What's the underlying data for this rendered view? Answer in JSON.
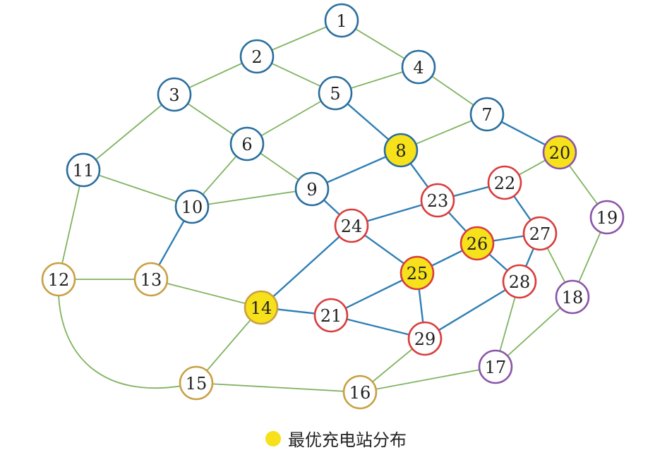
{
  "colors": {
    "edge_green": "#7fb35f",
    "edge_blue": "#2f7fb5",
    "node_blue": "#2a6e9f",
    "node_red": "#d93c3c",
    "node_gold": "#c9a043",
    "node_purple": "#8a55a8",
    "optimal_fill": "#f7e11b"
  },
  "legend": {
    "label": "最优充电站分布",
    "dot_color": "#f7e11b"
  },
  "nodes": [
    {
      "id": "1",
      "group": "blue",
      "optimal": false
    },
    {
      "id": "2",
      "group": "blue",
      "optimal": false
    },
    {
      "id": "3",
      "group": "blue",
      "optimal": false
    },
    {
      "id": "4",
      "group": "blue",
      "optimal": false
    },
    {
      "id": "5",
      "group": "blue",
      "optimal": false
    },
    {
      "id": "6",
      "group": "blue",
      "optimal": false
    },
    {
      "id": "7",
      "group": "blue",
      "optimal": false
    },
    {
      "id": "8",
      "group": "blue",
      "optimal": true
    },
    {
      "id": "9",
      "group": "blue",
      "optimal": false
    },
    {
      "id": "10",
      "group": "blue",
      "optimal": false
    },
    {
      "id": "11",
      "group": "blue",
      "optimal": false
    },
    {
      "id": "12",
      "group": "gold",
      "optimal": false
    },
    {
      "id": "13",
      "group": "gold",
      "optimal": false
    },
    {
      "id": "14",
      "group": "gold",
      "optimal": true
    },
    {
      "id": "15",
      "group": "gold",
      "optimal": false
    },
    {
      "id": "16",
      "group": "gold",
      "optimal": false
    },
    {
      "id": "17",
      "group": "purple",
      "optimal": false
    },
    {
      "id": "18",
      "group": "purple",
      "optimal": false
    },
    {
      "id": "19",
      "group": "purple",
      "optimal": false
    },
    {
      "id": "20",
      "group": "purple",
      "optimal": true
    },
    {
      "id": "21",
      "group": "red",
      "optimal": false
    },
    {
      "id": "22",
      "group": "red",
      "optimal": false
    },
    {
      "id": "23",
      "group": "red",
      "optimal": false
    },
    {
      "id": "24",
      "group": "red",
      "optimal": false
    },
    {
      "id": "25",
      "group": "red",
      "optimal": true
    },
    {
      "id": "26",
      "group": "red",
      "optimal": true
    },
    {
      "id": "27",
      "group": "red",
      "optimal": false
    },
    {
      "id": "28",
      "group": "red",
      "optimal": false
    },
    {
      "id": "29",
      "group": "red",
      "optimal": false
    }
  ],
  "edges": [
    {
      "from": "1",
      "to": "2",
      "color": "green"
    },
    {
      "from": "1",
      "to": "4",
      "color": "green"
    },
    {
      "from": "2",
      "to": "3",
      "color": "green"
    },
    {
      "from": "2",
      "to": "5",
      "color": "green"
    },
    {
      "from": "4",
      "to": "5",
      "color": "green"
    },
    {
      "from": "4",
      "to": "7",
      "color": "green"
    },
    {
      "from": "3",
      "to": "6",
      "color": "green"
    },
    {
      "from": "3",
      "to": "11",
      "color": "green"
    },
    {
      "from": "5",
      "to": "6",
      "color": "green"
    },
    {
      "from": "5",
      "to": "8",
      "color": "blue"
    },
    {
      "from": "7",
      "to": "8",
      "color": "green"
    },
    {
      "from": "7",
      "to": "20",
      "color": "blue"
    },
    {
      "from": "6",
      "to": "9",
      "color": "green"
    },
    {
      "from": "6",
      "to": "10",
      "color": "green"
    },
    {
      "from": "8",
      "to": "9",
      "color": "blue"
    },
    {
      "from": "8",
      "to": "23",
      "color": "blue"
    },
    {
      "from": "11",
      "to": "10",
      "color": "green"
    },
    {
      "from": "11",
      "to": "12",
      "color": "green"
    },
    {
      "from": "9",
      "to": "10",
      "color": "green"
    },
    {
      "from": "9",
      "to": "24",
      "color": "blue"
    },
    {
      "from": "10",
      "to": "13",
      "color": "blue"
    },
    {
      "from": "20",
      "to": "22",
      "color": "green"
    },
    {
      "from": "20",
      "to": "19",
      "color": "green"
    },
    {
      "from": "22",
      "to": "23",
      "color": "blue"
    },
    {
      "from": "22",
      "to": "27",
      "color": "blue"
    },
    {
      "from": "23",
      "to": "24",
      "color": "blue"
    },
    {
      "from": "23",
      "to": "26",
      "color": "blue"
    },
    {
      "from": "24",
      "to": "14",
      "color": "blue"
    },
    {
      "from": "24",
      "to": "25",
      "color": "blue"
    },
    {
      "from": "26",
      "to": "27",
      "color": "blue"
    },
    {
      "from": "26",
      "to": "25",
      "color": "blue"
    },
    {
      "from": "26",
      "to": "28",
      "color": "blue"
    },
    {
      "from": "27",
      "to": "28",
      "color": "blue"
    },
    {
      "from": "27",
      "to": "18",
      "color": "green"
    },
    {
      "from": "19",
      "to": "18",
      "color": "green"
    },
    {
      "from": "12",
      "to": "13",
      "color": "green"
    },
    {
      "from": "12",
      "to": "15",
      "color": "green",
      "curve": true
    },
    {
      "from": "13",
      "to": "14",
      "color": "green"
    },
    {
      "from": "14",
      "to": "21",
      "color": "blue"
    },
    {
      "from": "14",
      "to": "15",
      "color": "green"
    },
    {
      "from": "21",
      "to": "25",
      "color": "blue"
    },
    {
      "from": "21",
      "to": "29",
      "color": "blue"
    },
    {
      "from": "25",
      "to": "29",
      "color": "blue"
    },
    {
      "from": "28",
      "to": "29",
      "color": "blue"
    },
    {
      "from": "28",
      "to": "17",
      "color": "green"
    },
    {
      "from": "18",
      "to": "17",
      "color": "green"
    },
    {
      "from": "29",
      "to": "16",
      "color": "green"
    },
    {
      "from": "15",
      "to": "16",
      "color": "green"
    },
    {
      "from": "16",
      "to": "17",
      "color": "green"
    }
  ]
}
